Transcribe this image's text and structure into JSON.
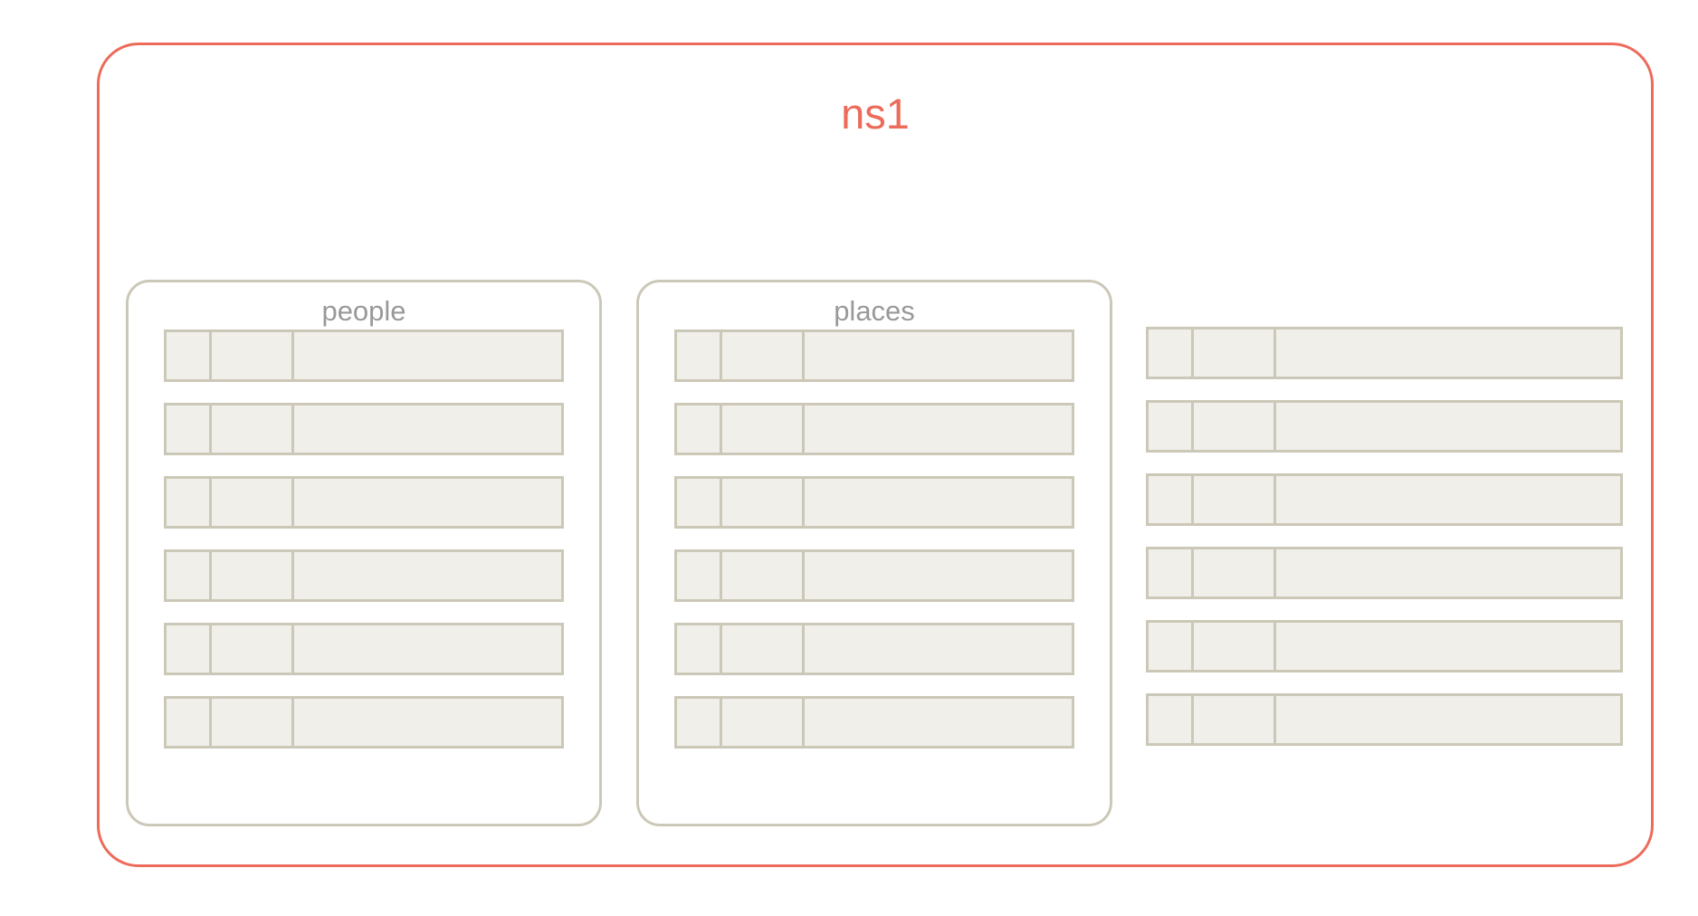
{
  "diagram": {
    "type": "namespace-table-diagram",
    "namespace": {
      "label": "ns1",
      "border_color": "#ec6b5a",
      "title_color": "#ec6b5a"
    },
    "group_border_color": "#ccc8b8",
    "group_label_color": "#999999",
    "row_fill_color": "#f0efea",
    "row_border_color": "#ccc8b8",
    "groups": [
      {
        "label": "people",
        "boxed": true,
        "row_count": 6,
        "cells_per_row": 3
      },
      {
        "label": "places",
        "boxed": true,
        "row_count": 6,
        "cells_per_row": 3
      },
      {
        "label": "",
        "boxed": false,
        "row_count": 6,
        "cells_per_row": 3
      }
    ]
  }
}
